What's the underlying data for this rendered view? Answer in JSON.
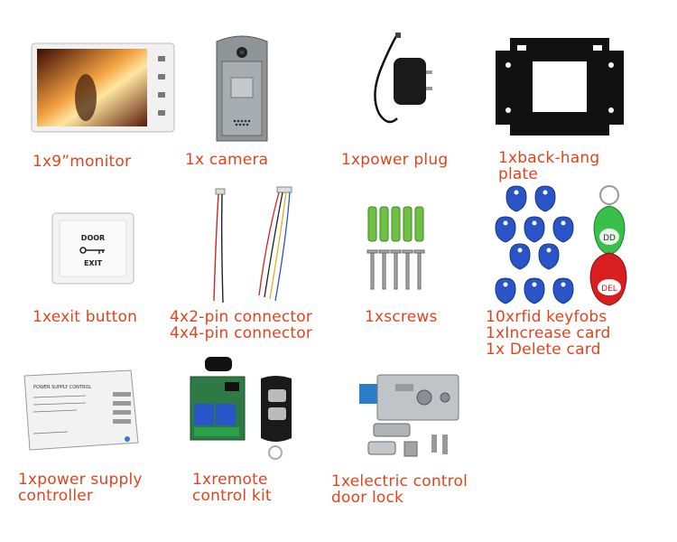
{
  "items": [
    {
      "id": "monitor",
      "lines": [
        "1x9”monitor"
      ]
    },
    {
      "id": "camera",
      "lines": [
        "1x camera"
      ]
    },
    {
      "id": "power-plug",
      "lines": [
        "1xpower plug"
      ]
    },
    {
      "id": "back-hang-plate",
      "lines": [
        "1xback-hang",
        "plate"
      ]
    },
    {
      "id": "exit-button",
      "lines": [
        "1xexit button"
      ],
      "printed": [
        "DOOR",
        "EXIT"
      ]
    },
    {
      "id": "connectors",
      "lines": [
        "4x2-pin connector",
        "4x4-pin connector"
      ]
    },
    {
      "id": "screws",
      "lines": [
        "1xscrews"
      ]
    },
    {
      "id": "rfid",
      "lines": [
        "10xrfid keyfobs",
        "1xIncrease card",
        "1x Delete card"
      ],
      "printed": [
        "DD",
        "DEL"
      ]
    },
    {
      "id": "power-supply",
      "lines": [
        "1xpower supply",
        "controller"
      ],
      "printed": [
        "POWER SUPPLY CONTROL"
      ]
    },
    {
      "id": "remote-kit",
      "lines": [
        "1xremote",
        "control kit"
      ]
    },
    {
      "id": "door-lock",
      "lines": [
        "1xelectric control",
        "door lock"
      ]
    }
  ],
  "colors": {
    "label": "#e0441c",
    "fob_blue": "#2a55c8",
    "fob_green": "#38c048",
    "fob_red": "#d81e1e"
  }
}
